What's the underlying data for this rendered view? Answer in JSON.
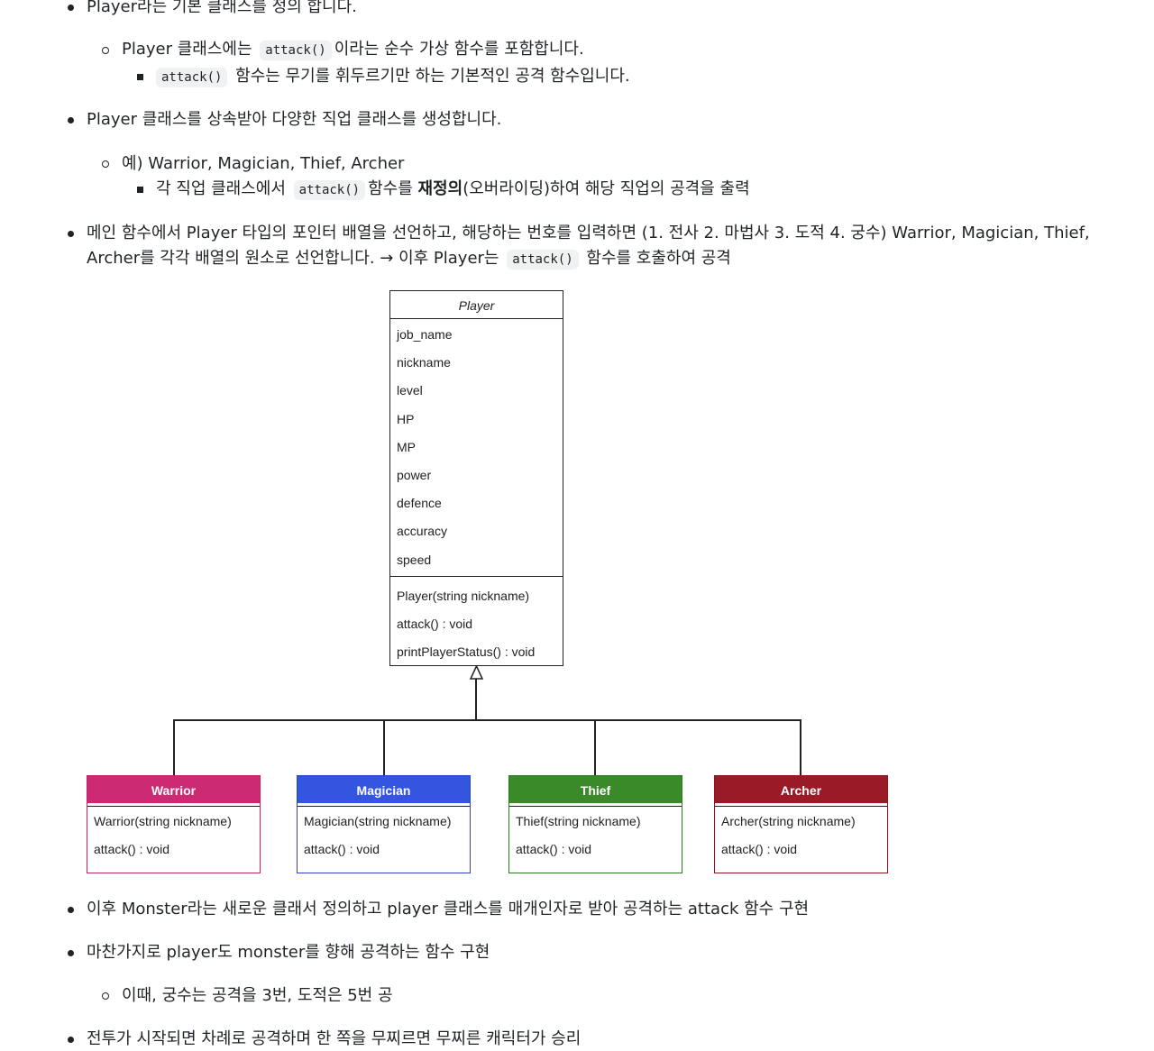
{
  "bullets": {
    "b1": {
      "text": "Player라는 기본 클래스를 정의 합니다."
    },
    "b1_1": {
      "pre": "Player 클래스에는 ",
      "code": "attack()",
      "post": "이라는 순수 가상 함수를 포함합니다."
    },
    "b1_1_1": {
      "code": "attack()",
      "post": " 함수는 무기를 휘두르기만 하는 기본적인 공격 함수입니다."
    },
    "b2": {
      "text": "Player 클래스를 상속받아 다양한 직업 클래스를 생성합니다."
    },
    "b2_1": {
      "text": "예) Warrior, Magician, Thief, Archer"
    },
    "b2_1_1": {
      "pre": "각 직업 클래스에서 ",
      "code": "attack()",
      "mid": "함수를 ",
      "bold": "재정의",
      "post": "(오버라이딩)하여 해당 직업의 공격을 출력"
    },
    "b3": {
      "line1": "메인 함수에서 Player 타입의 포인터 배열을 선언하고, 해당하는 번호를 입력하면 (1. 전사 2. 마법사 3. 도적 4. 궁수) Warrior, Magician, Thief,",
      "line2_pre": "Archer를 각각 배열의 원소로 선언합니다. → 이후 Player는 ",
      "code": "attack()",
      "line2_post": " 함수를 호출하여 공격"
    },
    "b4": {
      "text": "이후 Monster라는 새로운 클래서 정의하고 player 클래스를 매개인자로 받아 공격하는 attack 함수 구현"
    },
    "b5": {
      "text": "마찬가지로 player도 monster를 향해 공격하는 함수 구현"
    },
    "b5_1": {
      "text": "이때, 궁수는 공격을 3번, 도적은 5번 공"
    },
    "b6": {
      "text": "전투가 시작되면 차례로 공격하며 한 쪽을 무찌르면 무찌른 캐릭터가 승리"
    }
  },
  "diagram": {
    "parent": {
      "name": "Player",
      "attributes": [
        "job_name",
        "nickname",
        "level",
        "HP",
        "MP",
        "power",
        "defence",
        "accuracy",
        "speed"
      ],
      "methods": [
        "Player(string nickname)",
        "attack() : void",
        "printPlayerStatus() : void"
      ]
    },
    "children": [
      {
        "name": "Warrior",
        "color": "#cc2a72",
        "border": "#c2255f",
        "methods": [
          "Warrior(string nickname)",
          "attack() : void"
        ]
      },
      {
        "name": "Magician",
        "color": "#3355e0",
        "border": "#2a45c8",
        "methods": [
          "Magician(string nickname)",
          "attack() : void"
        ]
      },
      {
        "name": "Thief",
        "color": "#3a8a2a",
        "border": "#2f7a22",
        "methods": [
          "Thief(string nickname)",
          "attack() : void"
        ]
      },
      {
        "name": "Archer",
        "color": "#9a1b28",
        "border": "#8a1622",
        "methods": [
          "Archer(string nickname)",
          "attack() : void"
        ]
      }
    ]
  }
}
